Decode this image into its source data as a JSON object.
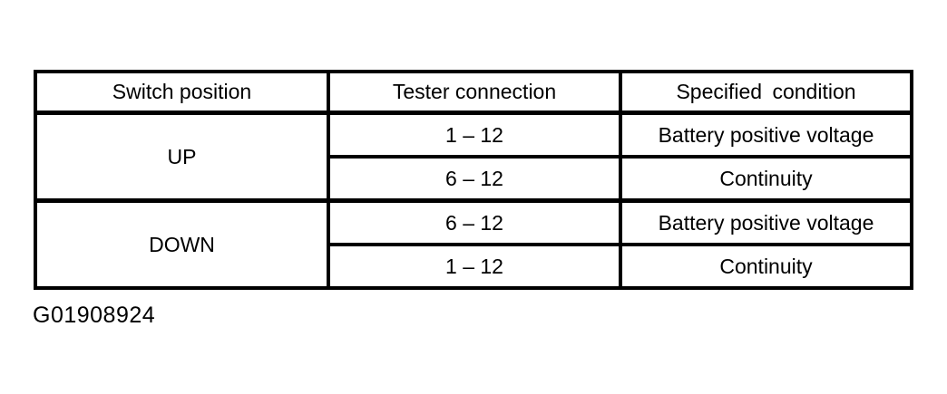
{
  "table": {
    "headers": [
      "Switch position",
      "Tester connection",
      "Specified condition"
    ],
    "sections": [
      {
        "position": "UP",
        "rows": [
          {
            "connection": "1 – 12",
            "condition": "Battery positive voltage"
          },
          {
            "connection": "6 – 12",
            "condition": "Continuity"
          }
        ]
      },
      {
        "position": "DOWN",
        "rows": [
          {
            "connection": "6 – 12",
            "condition": "Battery positive voltage"
          },
          {
            "connection": "1 – 12",
            "condition": "Continuity"
          }
        ]
      }
    ]
  },
  "caption": "G01908924"
}
